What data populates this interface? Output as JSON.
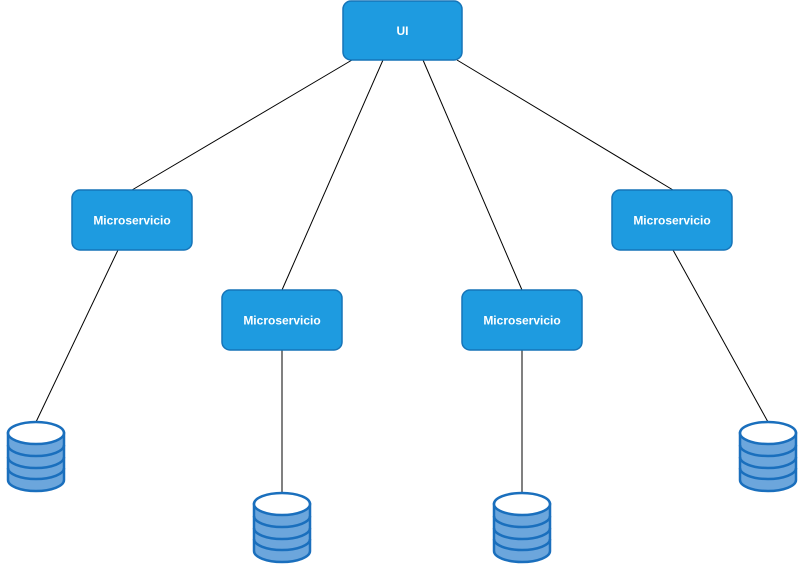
{
  "nodes": {
    "ui": {
      "label": "UI"
    },
    "ms1": {
      "label": "Microservicio"
    },
    "ms2": {
      "label": "Microservicio"
    },
    "ms3": {
      "label": "Microservicio"
    },
    "ms4": {
      "label": "Microservicio"
    }
  },
  "colors": {
    "box_fill": "#1E9BE0",
    "box_stroke": "#1574B8",
    "db_fill": "#6CA6DC",
    "db_stroke": "#1A6FBD",
    "edge": "#000000"
  },
  "edges": [
    [
      "ui",
      "ms1"
    ],
    [
      "ui",
      "ms2"
    ],
    [
      "ui",
      "ms3"
    ],
    [
      "ui",
      "ms4"
    ],
    [
      "ms1",
      "db1"
    ],
    [
      "ms2",
      "db2"
    ],
    [
      "ms3",
      "db3"
    ],
    [
      "ms4",
      "db4"
    ]
  ]
}
